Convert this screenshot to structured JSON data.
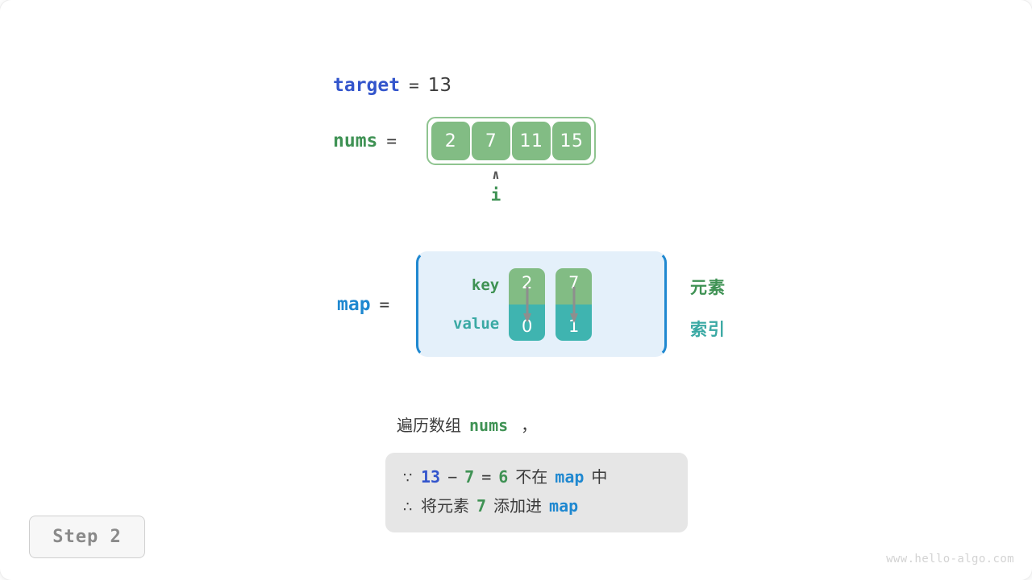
{
  "canvas": {
    "background": "#ffffff",
    "watermark": "www.hello-algo.com"
  },
  "colors": {
    "green": "#3f9254",
    "green_fill": "#82bc84",
    "teal": "#3aa9a4",
    "teal_fill": "#3fb4b0",
    "blue": "#1f88d0",
    "indigo": "#3355cc",
    "gray_text": "#3c3c3c",
    "box_gray": "#e6e6e6",
    "map_fill": "#e4f0fa"
  },
  "target": {
    "label": "target",
    "equals": "=",
    "value": "13"
  },
  "nums": {
    "label": "nums",
    "equals": "=",
    "values": [
      "2",
      "7",
      "11",
      "15"
    ]
  },
  "pointer": {
    "caret": "∧",
    "label": "i",
    "index": 1
  },
  "map": {
    "label": "map",
    "equals": "=",
    "row_labels": {
      "key": "key",
      "value": "value"
    },
    "entries": [
      {
        "key": "2",
        "value": "0"
      },
      {
        "key": "7",
        "value": "1"
      }
    ],
    "annotations": {
      "element": "元素",
      "index": "索引"
    }
  },
  "description": {
    "prefix": "遍历数组",
    "code": "nums",
    "suffix": "，"
  },
  "conclusion": {
    "line1": {
      "symbol": "∵",
      "a": "13",
      "minus": "−",
      "b": "7",
      "eq": "=",
      "result": "6",
      "mid": "不在",
      "target": "map",
      "tail": "中"
    },
    "line2": {
      "symbol": "∴",
      "lead": "将元素",
      "num": "7",
      "mid": "添加进",
      "target": "map"
    }
  },
  "step": {
    "label": "Step 2"
  }
}
